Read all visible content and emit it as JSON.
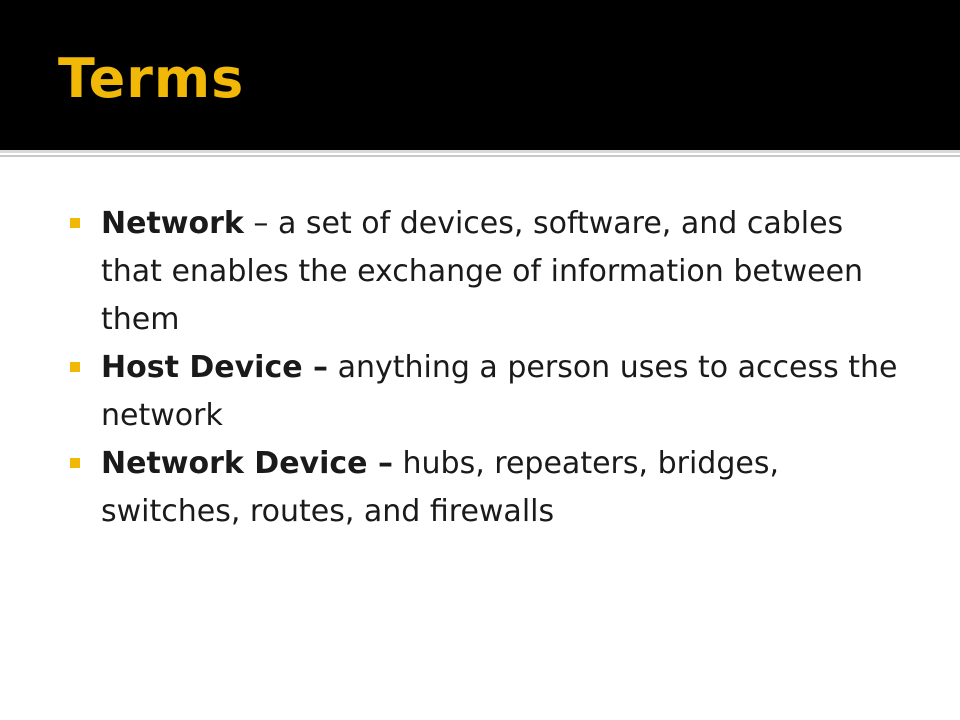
{
  "slide": {
    "title": "Terms",
    "colors": {
      "title_bar": "#000000",
      "accent": "#f2b807",
      "text": "#1a1a1a",
      "background": "#ffffff"
    },
    "bullets": [
      {
        "term": "Network",
        "separator": " – ",
        "definition": "a set of devices, software, and cables that enables the exchange of information between them"
      },
      {
        "term": "Host Device –",
        "separator": " ",
        "definition": "anything a person uses to access the network"
      },
      {
        "term": "Network Device –",
        "separator": " ",
        "definition": "hubs, repeaters, bridges, switches, routes, and firewalls"
      }
    ]
  }
}
